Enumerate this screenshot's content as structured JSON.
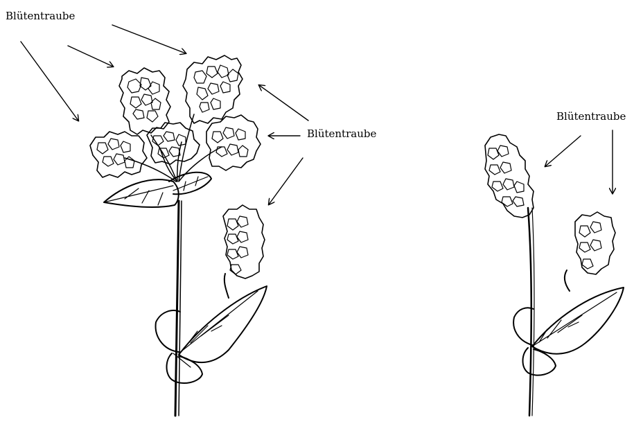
{
  "labels": {
    "top": "Blütentraube",
    "middle": "Blütentraube",
    "right": "Blütentraube"
  },
  "colors": {
    "ink": "#000000",
    "paper": "#ffffff"
  }
}
